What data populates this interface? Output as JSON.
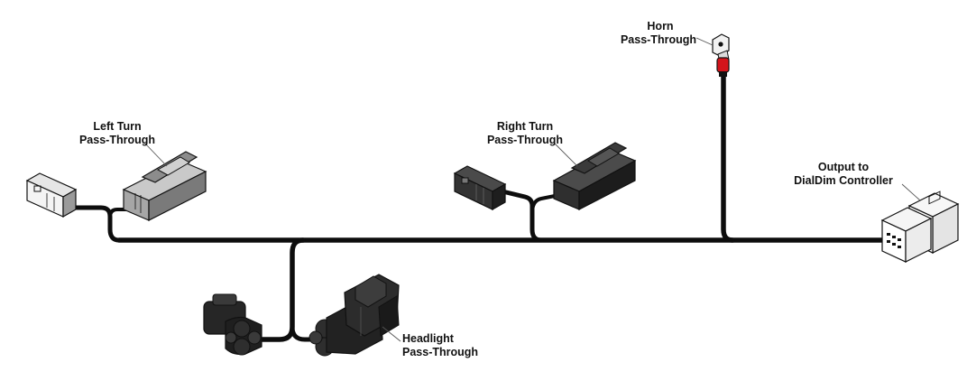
{
  "colors": {
    "wire": "#0d0d0d",
    "connector_gray": "#7a7a7a",
    "connector_dark": "#2a2a2a",
    "connector_light": "#f2f2f2",
    "horn_red": "#d4141b",
    "background": "#ffffff"
  },
  "labels": {
    "horn": {
      "line1": "Horn",
      "line2": "Pass-Through"
    },
    "left_turn": {
      "line1": "Left Turn",
      "line2": "Pass-Through"
    },
    "right_turn": {
      "line1": "Right Turn",
      "line2": "Pass-Through"
    },
    "output": {
      "line1": "Output to",
      "line2": "DialDim Controller"
    },
    "headlight": {
      "line1": "Headlight",
      "line2": "Pass-Through"
    }
  }
}
